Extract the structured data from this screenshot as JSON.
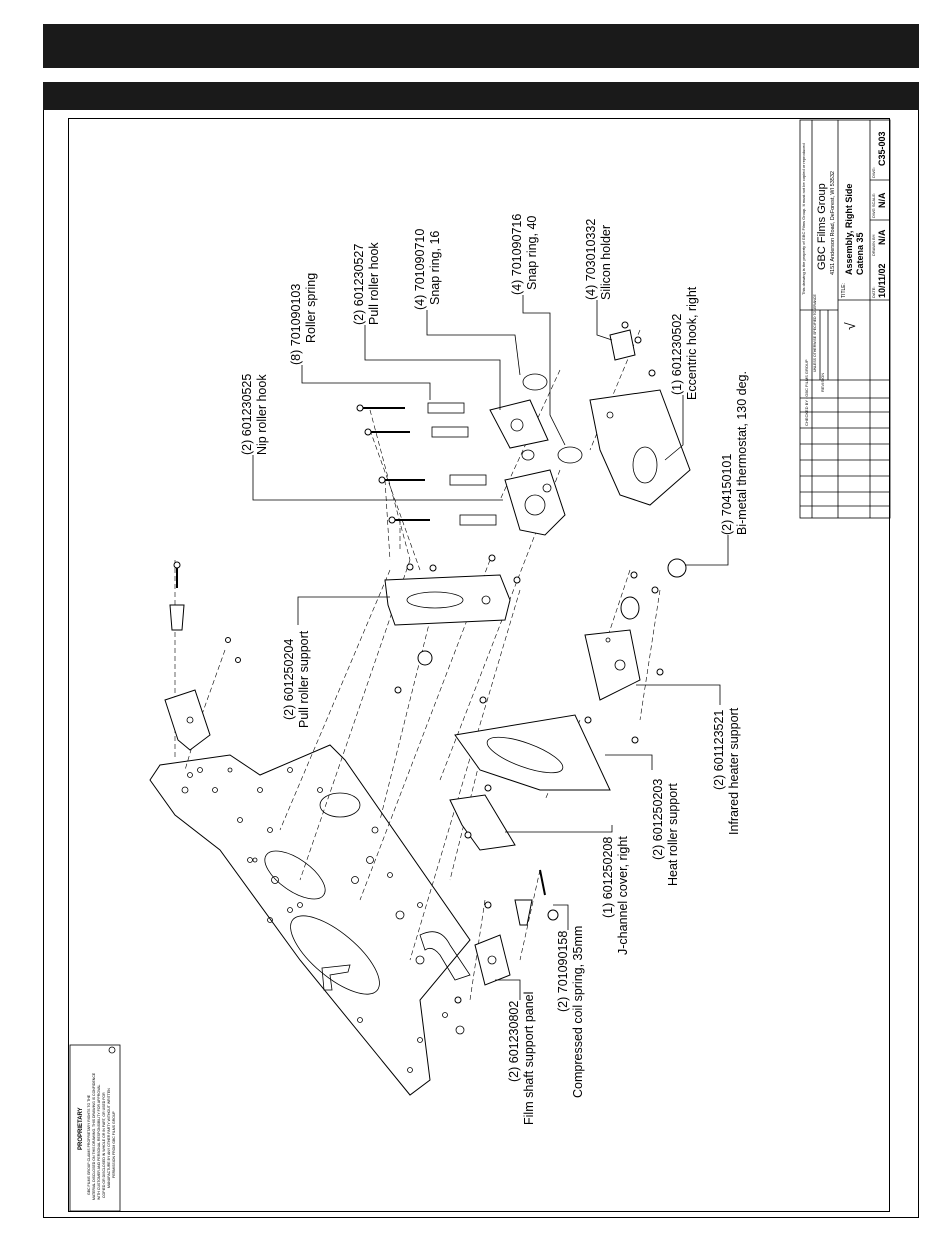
{
  "callouts": [
    {
      "qty_part": "(2) 601230525",
      "desc": "Nip roller hook"
    },
    {
      "qty_part": "(8) 701090103",
      "desc": "Roller spring"
    },
    {
      "qty_part": "(2) 601230527",
      "desc": "Pull roller hook"
    },
    {
      "qty_part": "(4) 701090710",
      "desc": "Snap ring, 16"
    },
    {
      "qty_part": "(4) 701090716",
      "desc": "Snap ring, 40"
    },
    {
      "qty_part": "(4) 703010332",
      "desc": "Silicon holder"
    },
    {
      "qty_part": "(1) 601230502",
      "desc": "Eccentric hook, right"
    },
    {
      "qty_part": "(2) 704150101",
      "desc": "Bi-metal thermostat, 130 deg."
    },
    {
      "qty_part": "(2) 601250204",
      "desc": "Pull roller support"
    },
    {
      "qty_part": "(2) 601123521",
      "desc": "Infrared heater support"
    },
    {
      "qty_part": "(2) 601250203",
      "desc": "Heat roller support"
    },
    {
      "qty_part": "(1) 601250208",
      "desc": "J-channel cover, right"
    },
    {
      "qty_part": "(2) 701090158",
      "desc": "Compressed coil spring, 35mm"
    },
    {
      "qty_part": "(2) 601230802",
      "desc": "Film shaft support panel"
    }
  ],
  "title_block": {
    "company": "GBC Films Group",
    "address": "4151 Anderson Road, DeForest, WI 53532",
    "title_label": "TITLE:",
    "title": "Assembly, Right Side",
    "subtitle": "Catena 35",
    "date_label": "DATE:",
    "date": "10/11/02",
    "drawn_label": "DRAWN BY:",
    "drawn": "N/A",
    "scale_label": "DWG SCALE:",
    "scale": "N/A",
    "dwg_label": "DWG:",
    "dwg": "C35-003",
    "revision_label": "REVISION",
    "checked_label": "CHECKED BY : GBC FILMS GROUP",
    "tolerance_label": "UNLESS OTHERWISE SPECIFIED TOLERANCE",
    "fine_print": "This drawing is the property of GBC Films Group. It must not be copied or reproduced"
  },
  "proprietary": {
    "heading": "PROPRIETARY",
    "lines": [
      "GBC FILMS GROUP CLAIMS PROPRIETARY RIGHTS TO THE",
      "MATERIAL DISCLOSED ON THIS DRAWING. THIS DRAWING IS CONFIDENCE",
      "WITH CUSTOMER AND PERSONAL RESPONSIBILITY FOR APPROVAL",
      "COPIED OR DISCLOSED IN WHOLE OR IN PART, OR USED FOR",
      "MANUFACTURE BY ANY OTHER PARTY WITHOUT WRITTEN",
      "PERMISSION FROM GBC FILMS GROUP"
    ]
  }
}
